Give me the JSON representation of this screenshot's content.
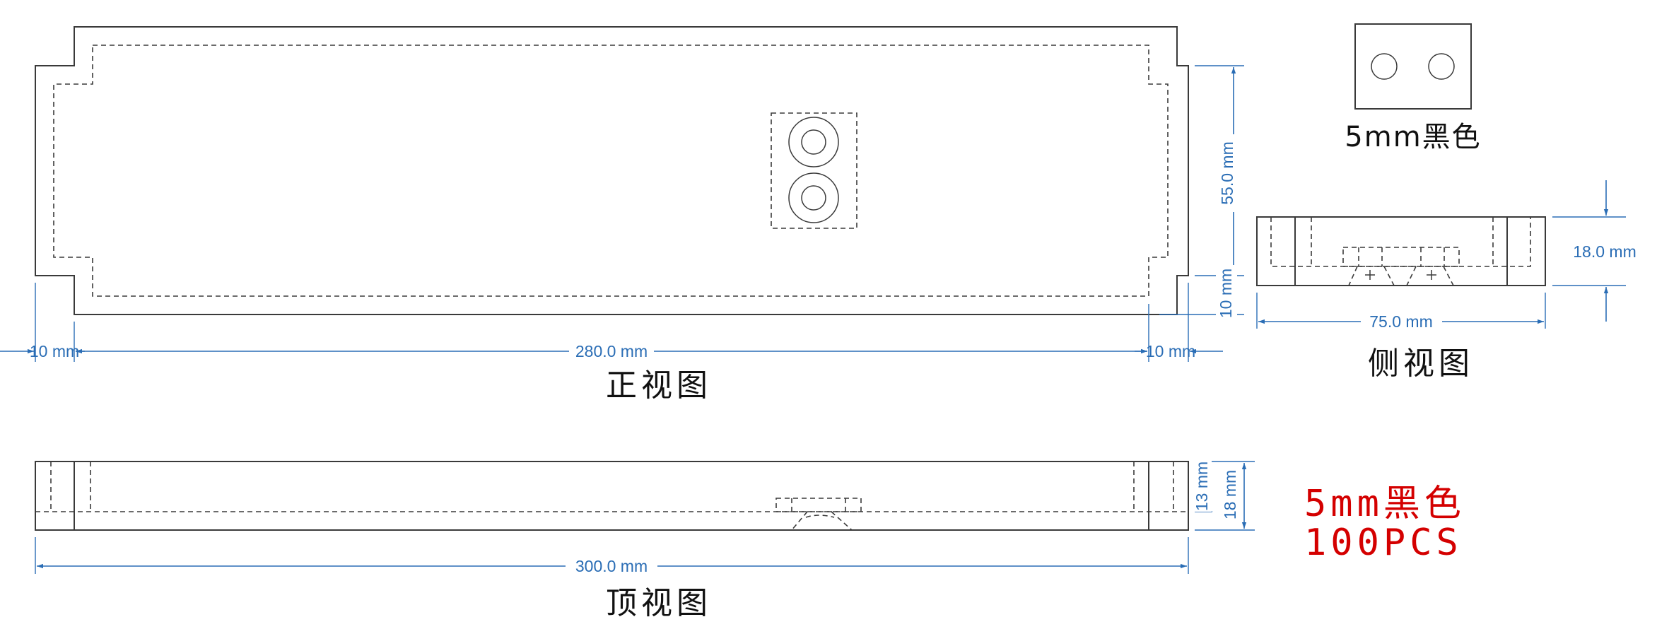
{
  "views": {
    "front_title": "正视图",
    "top_title": "顶视图",
    "side_title": "侧视图"
  },
  "dimensions": {
    "front_height": "55.0 mm",
    "front_step": "10 mm",
    "front_left": "10 mm",
    "front_width": "280.0 mm",
    "front_right": "10 mm",
    "side_height": "18.0 mm",
    "side_width": "75.0 mm",
    "top_inner": "13 mm",
    "top_total": "18 mm",
    "top_length": "300.0 mm"
  },
  "notes": {
    "side_material": "5mm黑色",
    "order_material": "5mm黑色",
    "order_qty": "100PCS"
  },
  "colors": {
    "dimension": "#2a6db5",
    "highlight": "#d40000",
    "outline": "#3a3a3a"
  }
}
